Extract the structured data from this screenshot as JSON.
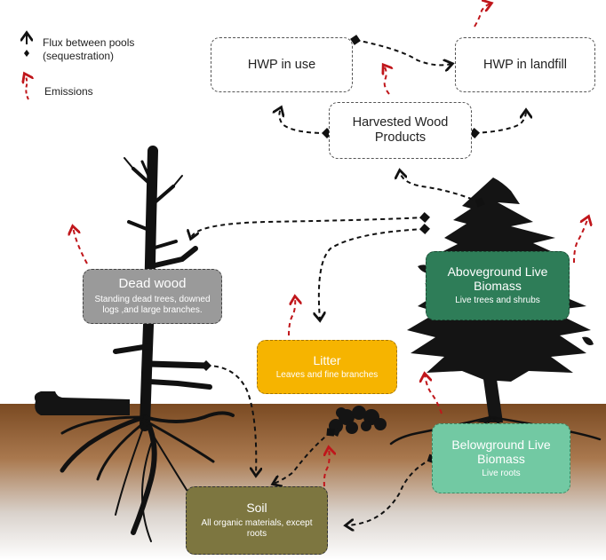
{
  "legend": {
    "flux_line1": "Flux between pools",
    "flux_line2": "(sequestration)",
    "emissions": "Emissions"
  },
  "pools": {
    "hwp_in_use": {
      "title": "HWP in use"
    },
    "hwp_landfill": {
      "title": "HWP in landfill"
    },
    "harvested": {
      "title_line1": "Harvested Wood",
      "title_line2": "Products"
    },
    "dead_wood": {
      "title": "Dead wood",
      "subtitle": "Standing dead trees, downed logs ,and large branches."
    },
    "aboveground": {
      "title_line1": "Aboveground Live",
      "title_line2": "Biomass",
      "subtitle": "Live trees and shrubs"
    },
    "litter": {
      "title": "Litter",
      "subtitle": "Leaves and fine branches"
    },
    "belowground": {
      "title_line1": "Belowground Live",
      "title_line2": "Biomass",
      "subtitle": "Live roots"
    },
    "soil": {
      "title": "Soil",
      "subtitle": "All organic materials, except roots"
    }
  },
  "colors": {
    "dead_wood": "#9a9a9a",
    "aboveground": "#2e7d58",
    "litter": "#f6b400",
    "belowground": "#72c9a3",
    "soil": "#7d7640",
    "emission_arrow": "#c0161b",
    "flux_arrow": "#111111",
    "ground": "#8b5a2b"
  }
}
